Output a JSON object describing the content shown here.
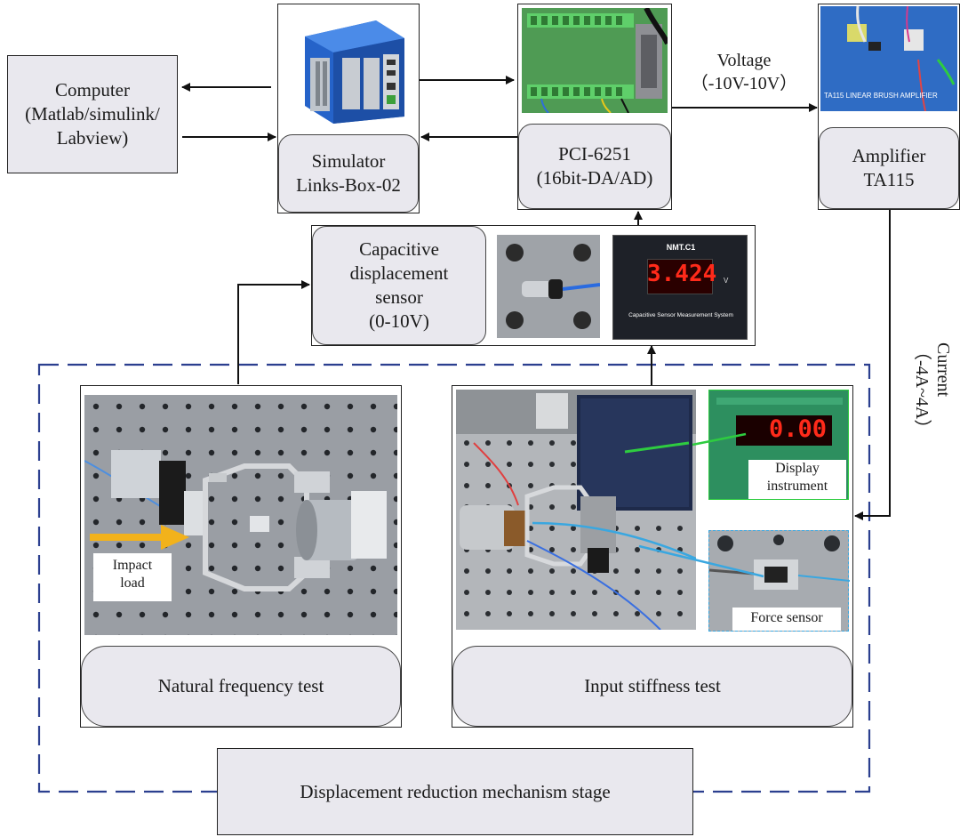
{
  "computer": {
    "line1": "Computer",
    "line2": "(Matlab/simulink/",
    "line3": "Labview)"
  },
  "simulator": {
    "line1": "Simulator",
    "line2": "Links-Box-02"
  },
  "pci": {
    "line1": "PCI-6251",
    "line2": "(16bit-DA/AD)"
  },
  "voltage": {
    "line1": "Voltage",
    "line2": "（-10V-10V）"
  },
  "amplifier": {
    "line1": "Amplifier",
    "line2": "TA115",
    "photo_text": "TA115",
    "photo_subtext": "LINEAR BRUSH AMPLIFIER"
  },
  "capacitive": {
    "line1": "Capacitive",
    "line2": "displacement",
    "line3": "sensor",
    "line4": "(0-10V)"
  },
  "meter": {
    "brand": "NMT.C1",
    "reading": "3.424",
    "caption": "Capacitive Sensor Measurement System",
    "unit": "V"
  },
  "current": {
    "line1": "Current",
    "line2": "（-4A~4A）"
  },
  "natural": {
    "label": "Natural frequency test",
    "impact_line1": "Impact",
    "impact_line2": "load"
  },
  "stiffness": {
    "label": "Input stiffness test",
    "display_line1": "Display",
    "display_line2": "instrument",
    "display_reading": "0.00",
    "force_label": "Force sensor"
  },
  "stage": {
    "label": "Displacement reduction mechanism stage"
  },
  "colors": {
    "dashed_frame": "#2b3f8f",
    "arrow": "#f2b21b",
    "callout": "#3aa7e0",
    "lead": "#2ecc40",
    "led": "#ff2a1a"
  }
}
